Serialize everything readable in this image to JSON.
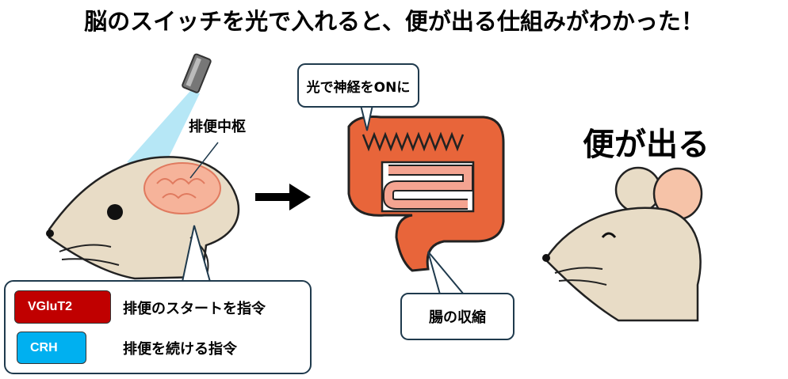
{
  "title": "脳のスイッチを光で入れると、便が出る仕組みがわかった！",
  "brain_label": "排便中枢",
  "callout_light": "光で神経をONに",
  "callout_contraction": "腸の収縮",
  "result_label": "便が出る",
  "legend": [
    {
      "tag": "VGluT2",
      "color": "#c00000",
      "description": "排便のスタートを指令"
    },
    {
      "tag": "CRH",
      "color": "#00b0f0",
      "description": "排便を続ける指令"
    }
  ],
  "colors": {
    "colon": "#e8653a",
    "small_intestine": "#f4a491",
    "mouse": "#e8dcc6",
    "brain": "#f6b39a",
    "light": "#a9e3f5"
  }
}
